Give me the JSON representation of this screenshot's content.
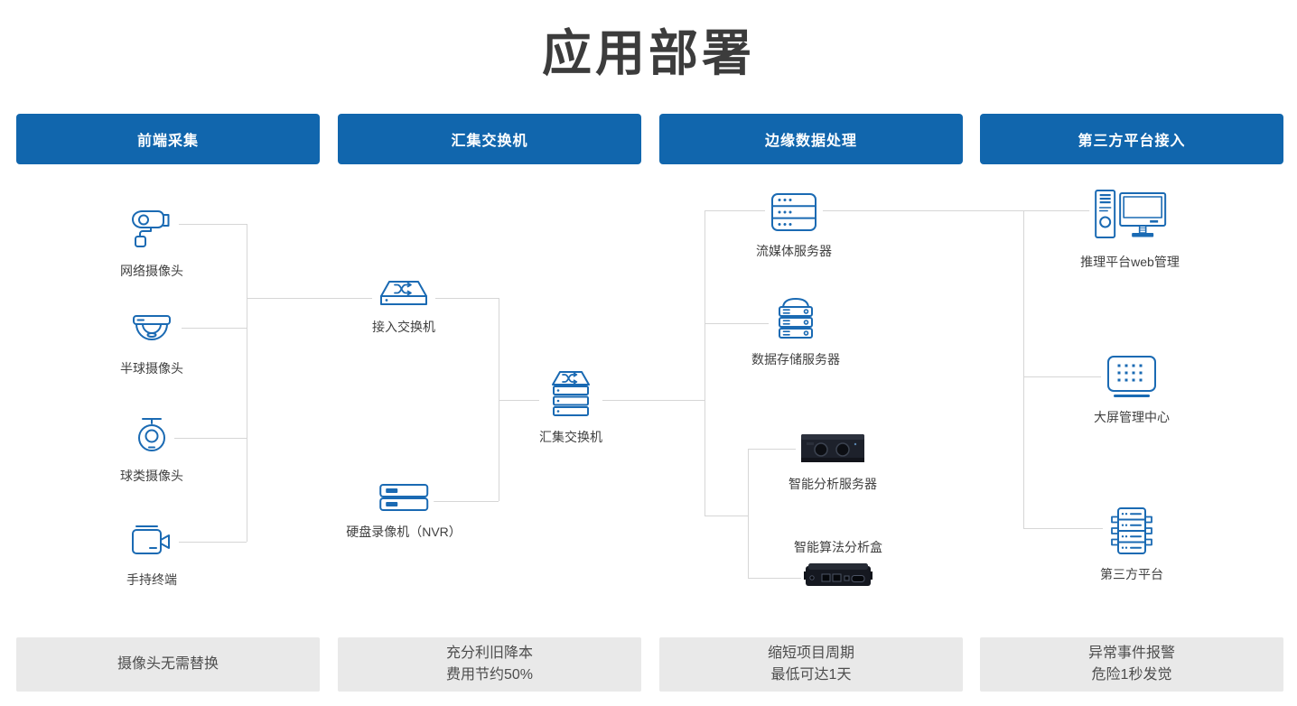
{
  "title": "应用部署",
  "columns": [
    {
      "header": "前端采集",
      "footer": [
        "摄像头无需替换"
      ]
    },
    {
      "header": "汇集交换机",
      "footer": [
        "充分利旧降本",
        "费用节约50%"
      ]
    },
    {
      "header": "边缘数据处理",
      "footer": [
        "缩短项目周期",
        "最低可达1天"
      ]
    },
    {
      "header": "第三方平台接入",
      "footer": [
        "异常事件报警",
        "危险1秒发觉"
      ]
    }
  ],
  "nodes": {
    "network_camera": "网络摄像头",
    "dome_camera": "半球摄像头",
    "ball_camera": "球类摄像头",
    "handheld_terminal": "手持终端",
    "access_switch": "接入交换机",
    "nvr": "硬盘录像机（NVR）",
    "aggregation_switch": "汇集交换机",
    "streaming_server": "流媒体服务器",
    "storage_server": "数据存储服务器",
    "analysis_server": "智能分析服务器",
    "analysis_box": "智能算法分析盒",
    "web_management": "推理平台web管理",
    "screen_center": "大屏管理中心",
    "third_party": "第三方平台"
  },
  "colors": {
    "header_bg": "#1166ad",
    "header_text": "#ffffff",
    "icon_blue": "#1a6ab3",
    "connector": "#d6d6d6",
    "footer_bg": "#e9e9e9",
    "footer_text": "#4d4d4d",
    "title_text": "#3c3c3c",
    "label_text": "#404040"
  }
}
